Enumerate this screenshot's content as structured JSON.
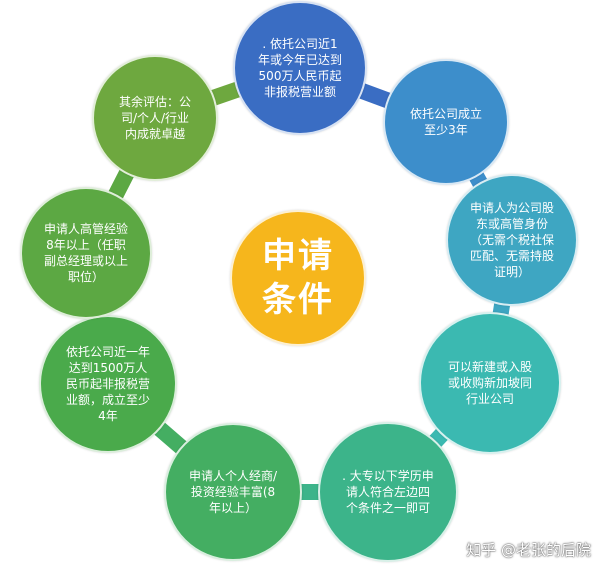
{
  "center": {
    "label": "申请条件",
    "color": "#f6b61c"
  },
  "nodes": [
    {
      "text": ". 依托公司近1年或今年已达到500万人民币起非报税营业额",
      "color": "#3a6dc3"
    },
    {
      "text": "依托公司成立至少3年",
      "color": "#3d8ecb"
    },
    {
      "text": "申请人为公司股东或高管身份（无需个税社保匹配、无需持股证明）",
      "color": "#3ea6c2"
    },
    {
      "text": "可以新建或入股或收购新加坡同行业公司",
      "color": "#3bb9b1"
    },
    {
      "text": ". 大专以下学历申请人符合左边四个条件之一即可",
      "color": "#3cb48a"
    },
    {
      "text": "申请人个人经商/投资经验丰富(8年以上）",
      "color": "#44ae62"
    },
    {
      "text": "依托公司近一年达到1500万人民币起非报税营业额，成立至少4年",
      "color": "#4aaa4b"
    },
    {
      "text": "申请人高管经验8年以上（任职副总经理或以上职位）",
      "color": "#5ca843"
    },
    {
      "text": "其余评估：公司/个人/行业内成就卓越",
      "color": "#6ea83f"
    }
  ],
  "watermark": "知乎 @老张的后院"
}
